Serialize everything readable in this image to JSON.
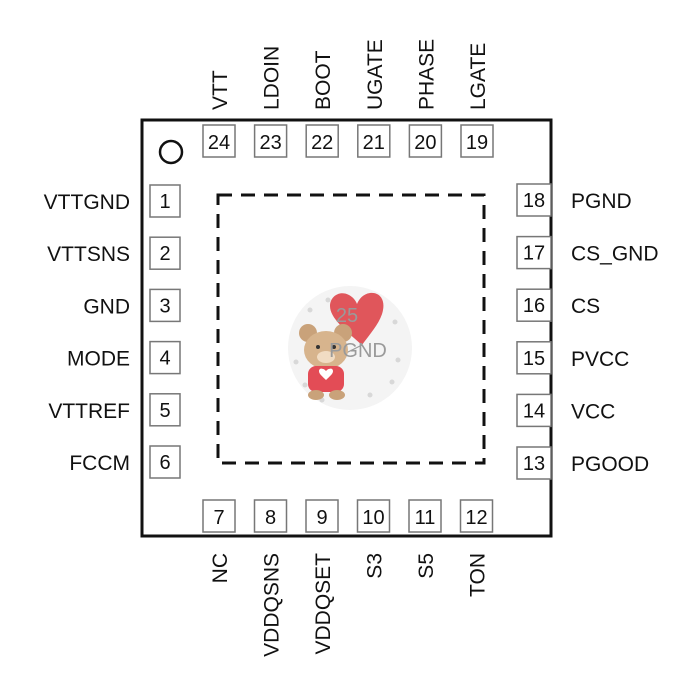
{
  "center_pad": {
    "number": "25",
    "name": "PGND"
  },
  "pins": {
    "left": [
      {
        "num": "1",
        "name": "VTTGND"
      },
      {
        "num": "2",
        "name": "VTTSNS"
      },
      {
        "num": "3",
        "name": "GND"
      },
      {
        "num": "4",
        "name": "MODE"
      },
      {
        "num": "5",
        "name": "VTTREF"
      },
      {
        "num": "6",
        "name": "FCCM"
      }
    ],
    "bottom": [
      {
        "num": "7",
        "name": "NC"
      },
      {
        "num": "8",
        "name": "VDDQSNS"
      },
      {
        "num": "9",
        "name": "VDDQSET"
      },
      {
        "num": "10",
        "name": "S3"
      },
      {
        "num": "11",
        "name": "S5"
      },
      {
        "num": "12",
        "name": "TON"
      }
    ],
    "right": [
      {
        "num": "13",
        "name": "PGOOD"
      },
      {
        "num": "14",
        "name": "VCC"
      },
      {
        "num": "15",
        "name": "PVCC"
      },
      {
        "num": "16",
        "name": "CS"
      },
      {
        "num": "17",
        "name": "CS_GND"
      },
      {
        "num": "18",
        "name": "PGND"
      }
    ],
    "top": [
      {
        "num": "19",
        "name": "LGATE"
      },
      {
        "num": "20",
        "name": "PHASE"
      },
      {
        "num": "21",
        "name": "UGATE"
      },
      {
        "num": "22",
        "name": "BOOT"
      },
      {
        "num": "23",
        "name": "LDOIN"
      },
      {
        "num": "24",
        "name": "VTT"
      }
    ]
  }
}
